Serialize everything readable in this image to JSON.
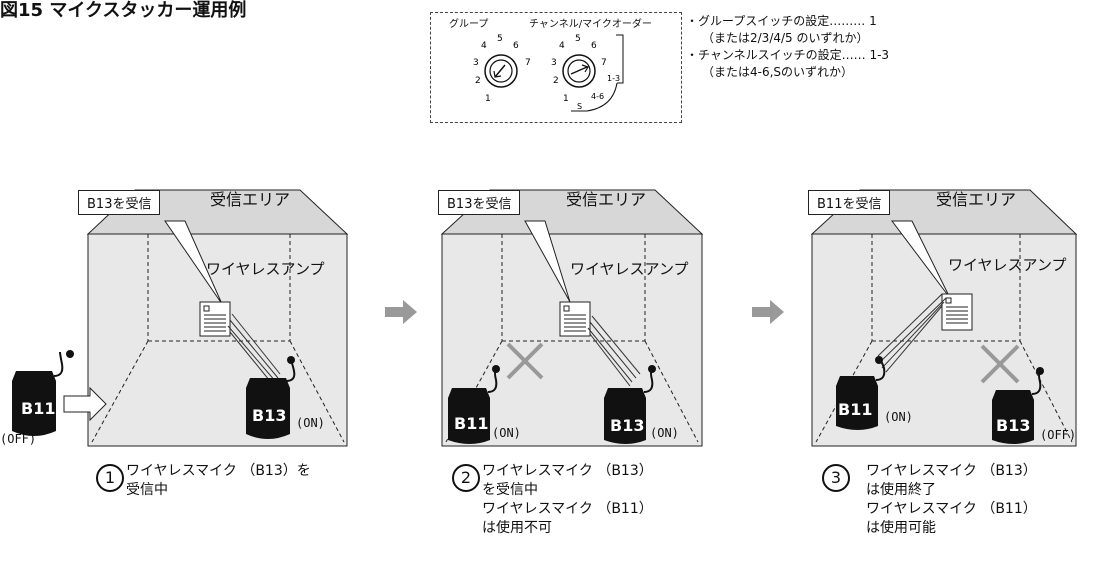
{
  "heading": "図15 マイクスタッカー運用例",
  "switch_panel": {
    "group_label": "グループ",
    "channel_label": "チャンネル/マイクオーダー",
    "group_dial_ticks": [
      "1",
      "2",
      "3",
      "4",
      "5",
      "6",
      "7"
    ],
    "channel_dial_ticks": [
      "1",
      "2",
      "3",
      "4",
      "5",
      "6",
      "7",
      "1-3",
      "4-6",
      "S"
    ]
  },
  "settings": [
    "・グループスイッチの設定……… 1",
    "（または2/3/4/5 のいずれか）",
    "・チャンネルスイッチの設定…… 1-3",
    "（または4-6,Sのいずれか）"
  ],
  "panels": [
    {
      "callout": "B13を受信",
      "area_label": "受信エリア",
      "amp_label": "ワイヤレスアンプ",
      "mics": [
        {
          "name": "B11",
          "state": "(OFF)"
        },
        {
          "name": "B13",
          "state": "(ON)"
        }
      ],
      "step": "1",
      "caption": [
        "ワイヤレスマイク （B13）を",
        "受信中"
      ]
    },
    {
      "callout": "B13を受信",
      "area_label": "受信エリア",
      "amp_label": "ワイヤレスアンプ",
      "mics": [
        {
          "name": "B11",
          "state": "(ON)"
        },
        {
          "name": "B13",
          "state": "(ON)"
        }
      ],
      "step": "2",
      "caption": [
        "ワイヤレスマイク （B13）",
        "を受信中",
        "ワイヤレスマイク （B11）",
        "は使用不可"
      ]
    },
    {
      "callout": "B11を受信",
      "area_label": "受信エリア",
      "amp_label": "ワイヤレスアンプ",
      "mics": [
        {
          "name": "B11",
          "state": "(ON)"
        },
        {
          "name": "B13",
          "state": "(OFF)"
        }
      ],
      "step": "3",
      "caption": [
        "ワイヤレスマイク （B13）",
        "は使用終了",
        "ワイヤレスマイク （B11）",
        "は使用可能"
      ]
    }
  ]
}
